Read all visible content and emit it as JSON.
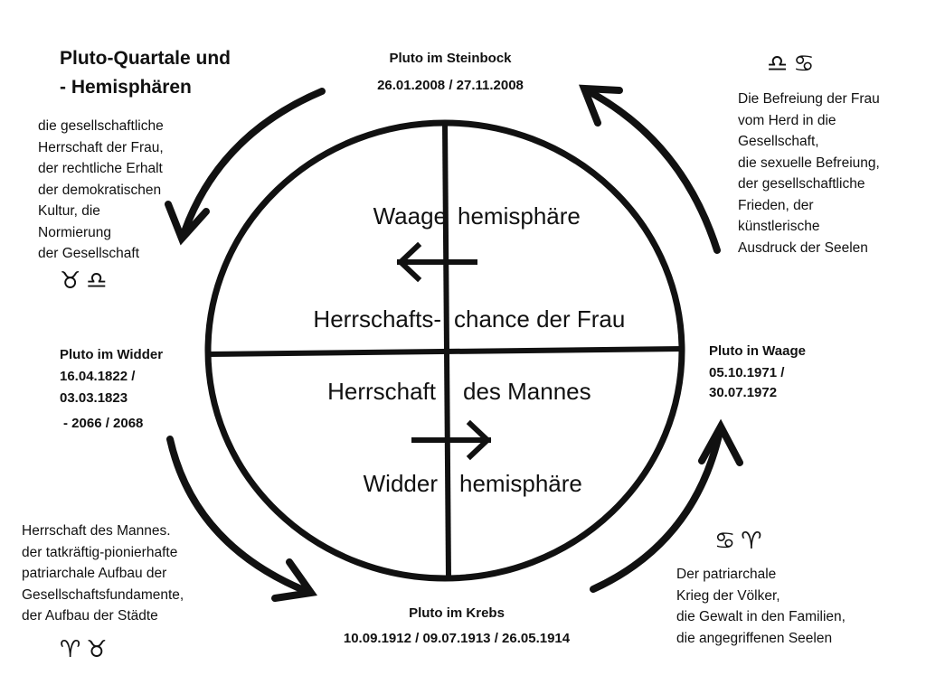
{
  "title": {
    "line1": "Pluto-Quartale und",
    "line2": "- Hemisphären"
  },
  "top": {
    "label": "Pluto im Steinbock",
    "dates": "26.01.2008 / 27.11.2008"
  },
  "right": {
    "label": "Pluto in Waage",
    "dates1": "05.10.1971 /",
    "dates2": "30.07.1972"
  },
  "bottom": {
    "label": "Pluto im Krebs",
    "dates": "10.09.1912 / 09.07.1913 / 26.05.1914"
  },
  "left": {
    "label": "Pluto im Widder",
    "dates1": "16.04.1822 /",
    "dates2": "03.03.1823",
    "dates3": "- 2066 / 2068"
  },
  "top_left": {
    "lines": [
      "die gesellschaftliche",
      "Herrschaft der Frau,",
      "der rechtliche Erhalt",
      "der demokratischen",
      "Kultur, die",
      "Normierung",
      "der Gesellschaft"
    ],
    "symbols": "♉♎"
  },
  "top_right": {
    "symbols": "♎♋",
    "lines": [
      "Die Befreiung der Frau",
      "vom Herd in die",
      "Gesellschaft,",
      "die sexuelle Befreiung,",
      "der gesellschaftliche",
      "Frieden, der",
      "künstlerische",
      "Ausdruck der Seelen"
    ]
  },
  "bottom_right": {
    "symbols": "♋♈",
    "lines": [
      "Der patriarchale",
      "Krieg der Völker,",
      "die Gewalt in den Familien,",
      "die angegriffenen Seelen"
    ]
  },
  "bottom_left": {
    "lines": [
      "Herrschaft des Mannes.",
      "der tatkräftig-pionierhafte",
      "patriarchale Aufbau der",
      "Gesellschaftsfundamente,",
      "der Aufbau der Städte"
    ],
    "symbols": "♈♉"
  },
  "inner": {
    "upper_left": "Waage",
    "upper_right": "hemisphäre",
    "middle_upper_left": "Herrschafts-",
    "middle_upper_right": "chance der Frau",
    "middle_lower_left": "Herrschaft",
    "middle_lower_right": "des Mannes",
    "lower_left": "Widder",
    "lower_right": "hemisphäre"
  },
  "colors": {
    "stroke": "#111111",
    "background": "#ffffff"
  }
}
